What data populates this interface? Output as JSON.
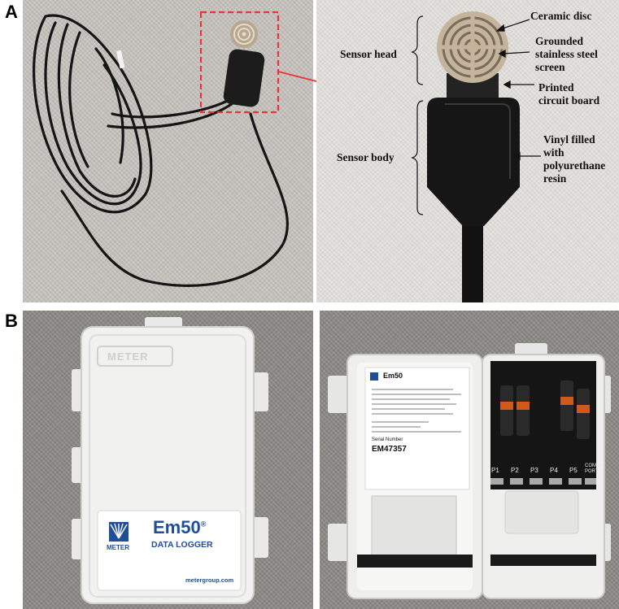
{
  "panels": {
    "a": {
      "letter": "A"
    },
    "b": {
      "letter": "B"
    }
  },
  "annotations": {
    "ceramic_disc": "Ceramic disc",
    "screen_line1": "Grounded",
    "screen_line2": "stainless steel",
    "screen_line3": "screen",
    "sensor_head": "Sensor head",
    "pcb_line1": "Printed",
    "pcb_line2": "circuit board",
    "sensor_body": "Sensor body",
    "vinyl_line1": "Vinyl filled",
    "vinyl_line2": "with",
    "vinyl_line3": "polyurethane",
    "vinyl_line4": "resin"
  },
  "logger": {
    "lid_emboss": "METER",
    "brand": "METER",
    "product": "Em50",
    "reg": "®",
    "subtitle": "DATA LOGGER",
    "url": "metergroup.com",
    "open_title": "Em50",
    "serial_label": "Serial Number",
    "serial": "EM47357",
    "ports": [
      "P1",
      "P2",
      "P3",
      "P4",
      "P5",
      "COMM PORT"
    ]
  },
  "colors": {
    "highlight_box": "#e8343a",
    "meter_blue": "#1f4e9a"
  }
}
